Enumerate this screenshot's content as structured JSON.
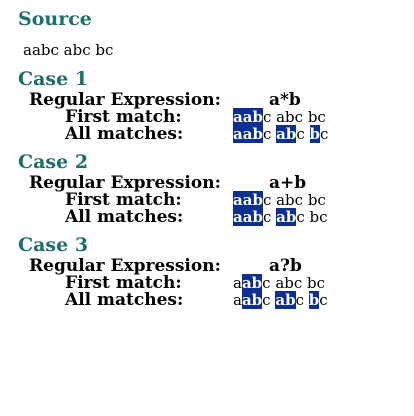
{
  "source": {
    "heading": "Source",
    "text": "aabc abc bc"
  },
  "labels": {
    "regex": "Regular Expression:",
    "first": "First match:",
    "all": "All matches:"
  },
  "cases": [
    {
      "heading": "Case 1",
      "regex": "a*b",
      "first_match": [
        {
          "text": "aab",
          "hl": true
        },
        {
          "text": "c abc bc",
          "hl": false
        }
      ],
      "all_matches": [
        {
          "text": "aab",
          "hl": true
        },
        {
          "text": "c ",
          "hl": false
        },
        {
          "text": "ab",
          "hl": true
        },
        {
          "text": "c ",
          "hl": false
        },
        {
          "text": "b",
          "hl": true
        },
        {
          "text": "c",
          "hl": false
        }
      ]
    },
    {
      "heading": "Case 2",
      "regex": "a+b",
      "first_match": [
        {
          "text": "aab",
          "hl": true
        },
        {
          "text": "c abc bc",
          "hl": false
        }
      ],
      "all_matches": [
        {
          "text": "aab",
          "hl": true
        },
        {
          "text": "c ",
          "hl": false
        },
        {
          "text": "ab",
          "hl": true
        },
        {
          "text": "c bc",
          "hl": false
        }
      ]
    },
    {
      "heading": "Case 3",
      "regex": "a?b",
      "first_match": [
        {
          "text": "a",
          "hl": false
        },
        {
          "text": "ab",
          "hl": true
        },
        {
          "text": "c abc bc",
          "hl": false
        }
      ],
      "all_matches": [
        {
          "text": "a",
          "hl": false
        },
        {
          "text": "ab",
          "hl": true
        },
        {
          "text": "c ",
          "hl": false
        },
        {
          "text": "ab",
          "hl": true
        },
        {
          "text": "c ",
          "hl": false
        },
        {
          "text": "b",
          "hl": true
        },
        {
          "text": "c",
          "hl": false
        }
      ]
    }
  ]
}
